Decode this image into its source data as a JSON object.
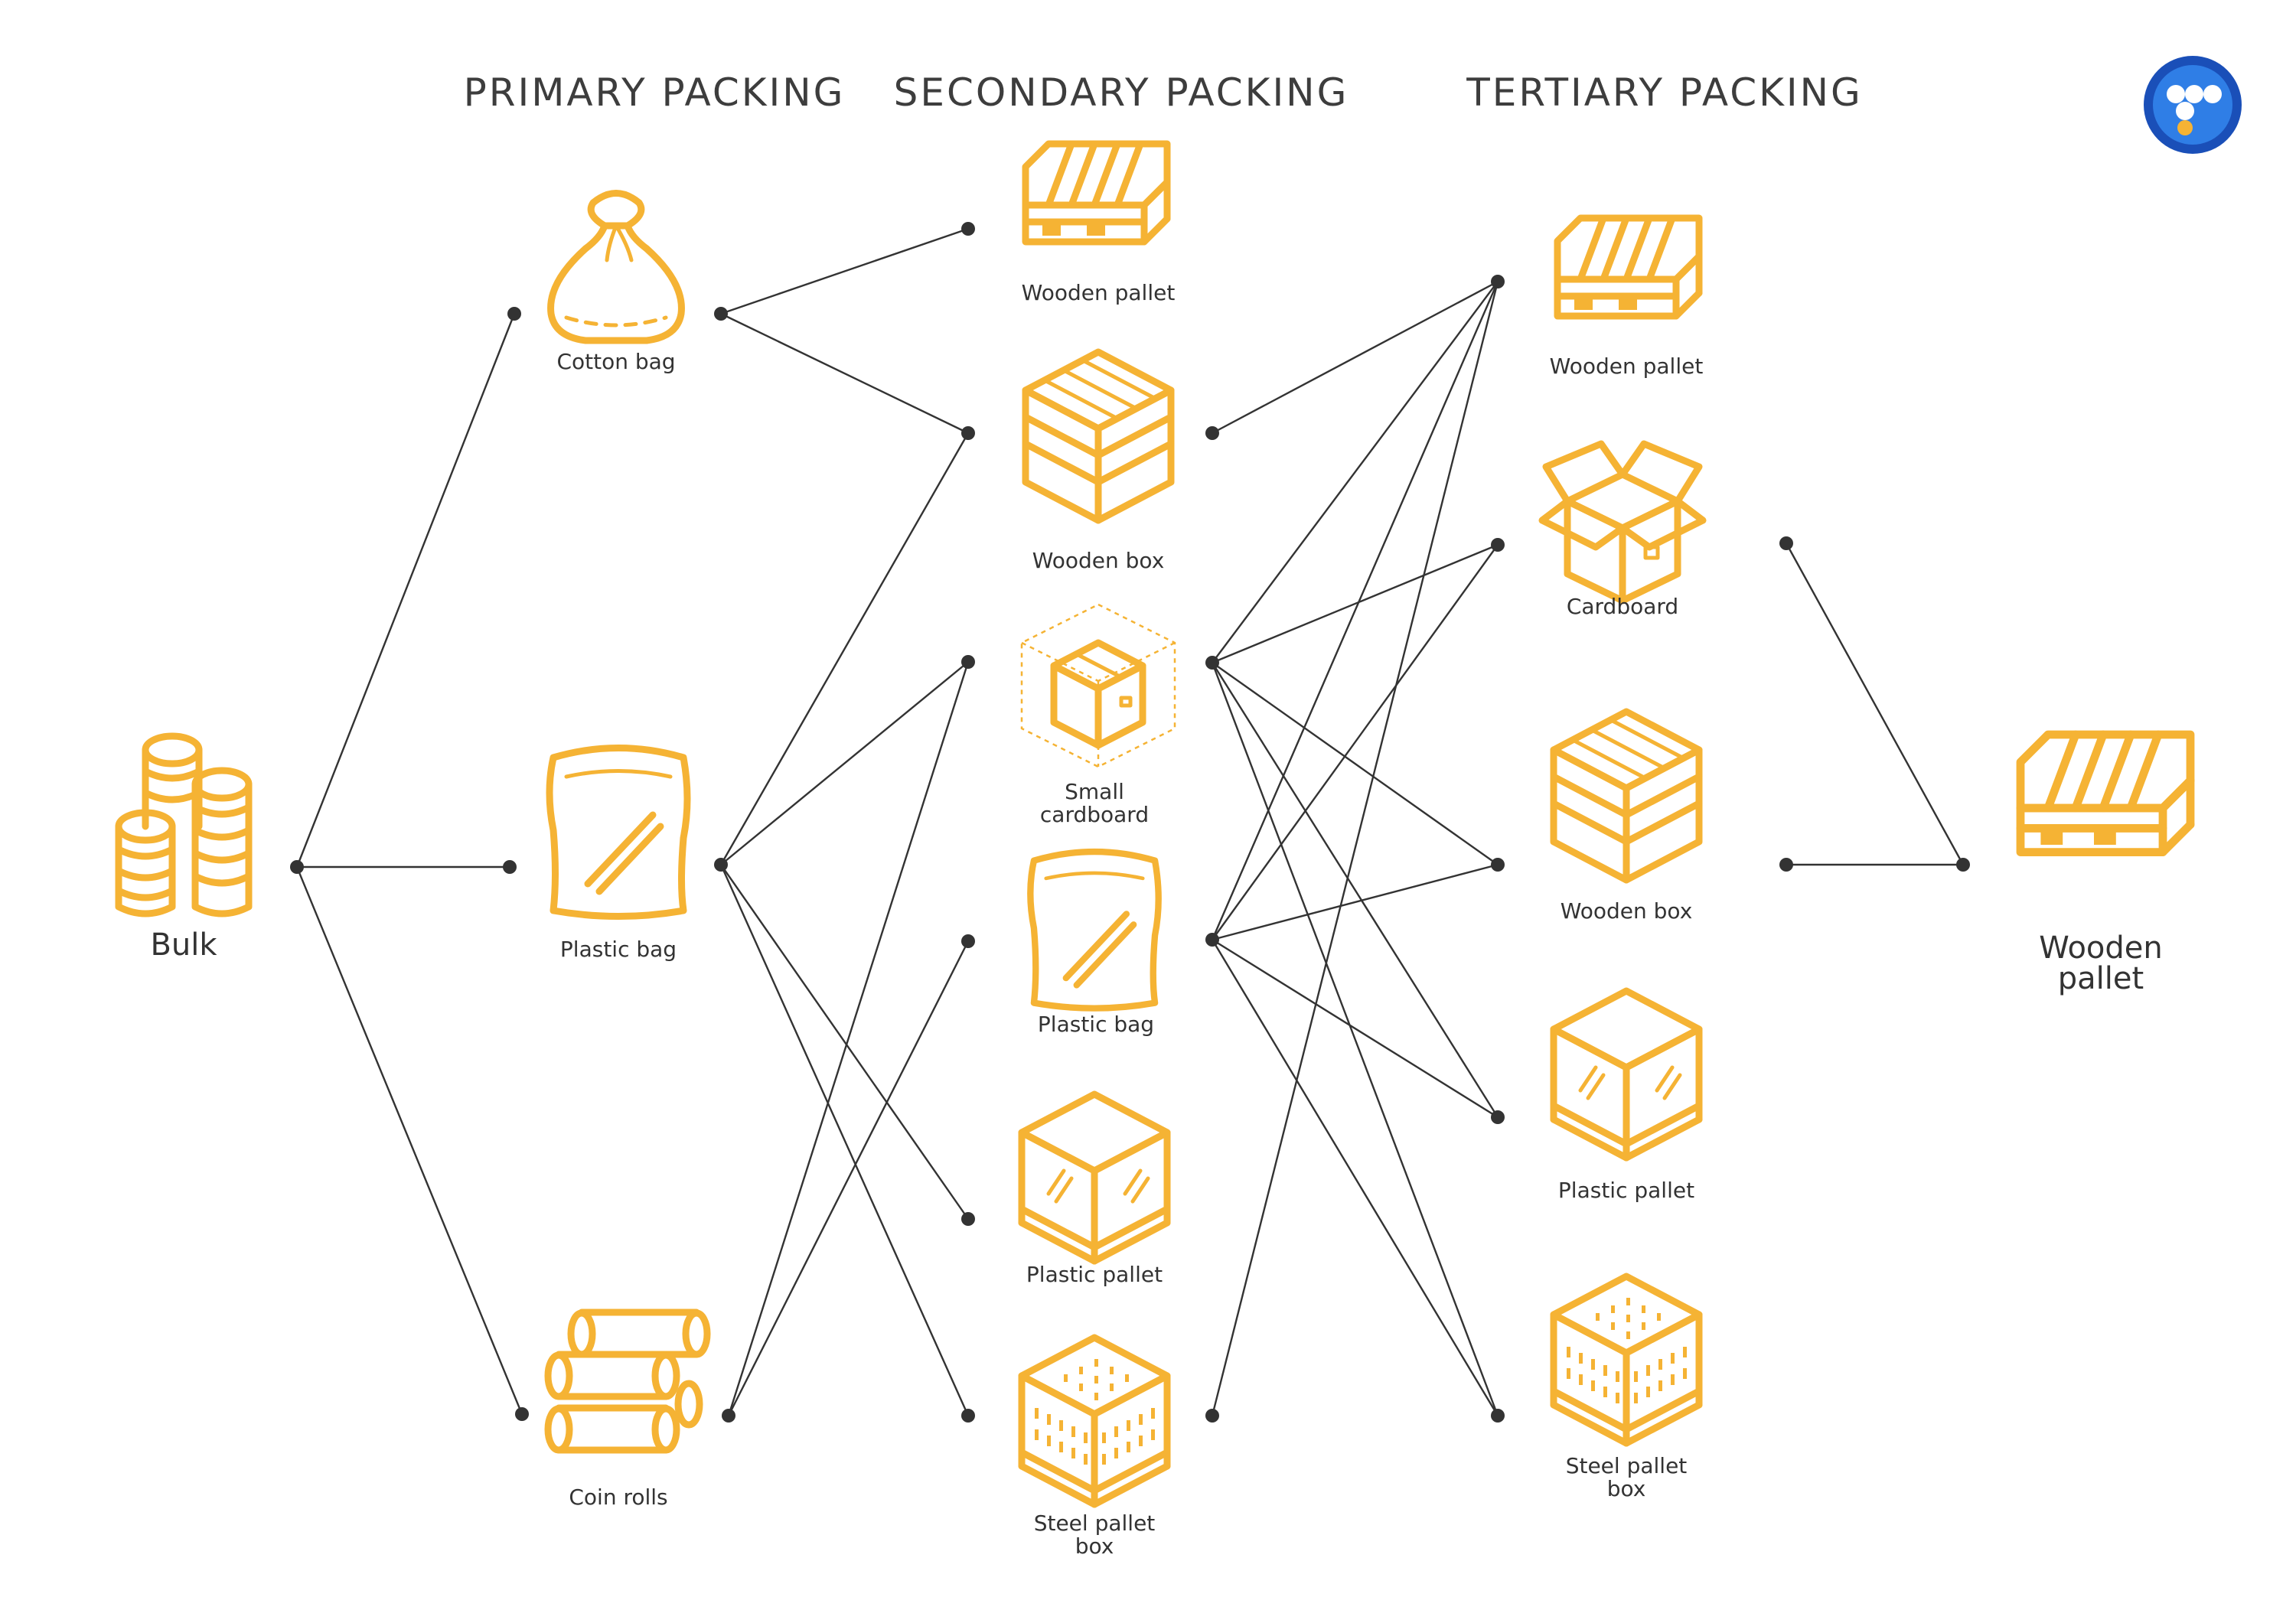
{
  "headers": {
    "primary": "PRIMARY PACKING",
    "secondary": "SECONDARY PACKING",
    "tertiary": "TERTIARY PACKING"
  },
  "accent_color": "#F5B334",
  "line_color": "#333333",
  "nodes": {
    "bulk": "Bulk",
    "primary": {
      "cotton_bag": "Cotton bag",
      "plastic_bag": "Plastic bag",
      "coin_rolls": "Coin rolls"
    },
    "secondary": {
      "wooden_pallet": "Wooden pallet",
      "wooden_box": "Wooden box",
      "small_cardboard_1": "Small",
      "small_cardboard_2": "cardboard",
      "plastic_bag": "Plastic bag",
      "plastic_pallet": "Plastic pallet",
      "steel_pallet_box_1": "Steel pallet",
      "steel_pallet_box_2": "box"
    },
    "tertiary": {
      "wooden_pallet": "Wooden pallet",
      "cardboard": "Cardboard",
      "wooden_box": "Wooden box",
      "plastic_pallet": "Plastic  pallet",
      "steel_pallet_box_1": "Steel pallet",
      "steel_pallet_box_2": "box"
    },
    "final": {
      "wooden_pallet_1": "Wooden",
      "wooden_pallet_2": "pallet"
    }
  },
  "connections": [
    [
      "bulk",
      "primary.cotton_bag"
    ],
    [
      "bulk",
      "primary.plastic_bag"
    ],
    [
      "bulk",
      "primary.coin_rolls"
    ],
    [
      "primary.cotton_bag",
      "secondary.wooden_pallet"
    ],
    [
      "primary.cotton_bag",
      "secondary.wooden_box"
    ],
    [
      "primary.plastic_bag",
      "secondary.wooden_box"
    ],
    [
      "primary.plastic_bag",
      "secondary.small_cardboard"
    ],
    [
      "primary.plastic_bag",
      "secondary.plastic_pallet"
    ],
    [
      "primary.plastic_bag",
      "secondary.steel_pallet_box"
    ],
    [
      "primary.coin_rolls",
      "secondary.small_cardboard"
    ],
    [
      "primary.coin_rolls",
      "secondary.plastic_bag"
    ],
    [
      "secondary.wooden_box",
      "tertiary.wooden_pallet"
    ],
    [
      "secondary.small_cardboard",
      "tertiary.wooden_pallet"
    ],
    [
      "secondary.small_cardboard",
      "tertiary.cardboard"
    ],
    [
      "secondary.small_cardboard",
      "tertiary.wooden_box"
    ],
    [
      "secondary.small_cardboard",
      "tertiary.plastic_pallet"
    ],
    [
      "secondary.small_cardboard",
      "tertiary.steel_pallet_box"
    ],
    [
      "secondary.plastic_bag",
      "tertiary.wooden_pallet"
    ],
    [
      "secondary.plastic_bag",
      "tertiary.cardboard"
    ],
    [
      "secondary.plastic_bag",
      "tertiary.wooden_box"
    ],
    [
      "secondary.plastic_bag",
      "tertiary.plastic_pallet"
    ],
    [
      "secondary.plastic_bag",
      "tertiary.steel_pallet_box"
    ],
    [
      "secondary.steel_pallet_box",
      "tertiary.wooden_pallet"
    ],
    [
      "tertiary.cardboard",
      "final.wooden_pallet"
    ],
    [
      "tertiary.wooden_box",
      "final.wooden_pallet"
    ]
  ],
  "icons": {
    "bulk": "coin-stack-icon",
    "cotton_bag": "sack-icon",
    "plastic_bag": "plastic-bag-icon",
    "coin_rolls": "coin-rolls-icon",
    "wooden_pallet": "pallet-icon",
    "wooden_box": "wooden-crate-icon",
    "small_cardboard": "small-box-icon",
    "plastic_pallet": "plastic-pallet-box-icon",
    "steel_pallet_box": "mesh-pallet-box-icon",
    "cardboard": "open-cardboard-box-icon",
    "logo": "company-logo-icon"
  }
}
